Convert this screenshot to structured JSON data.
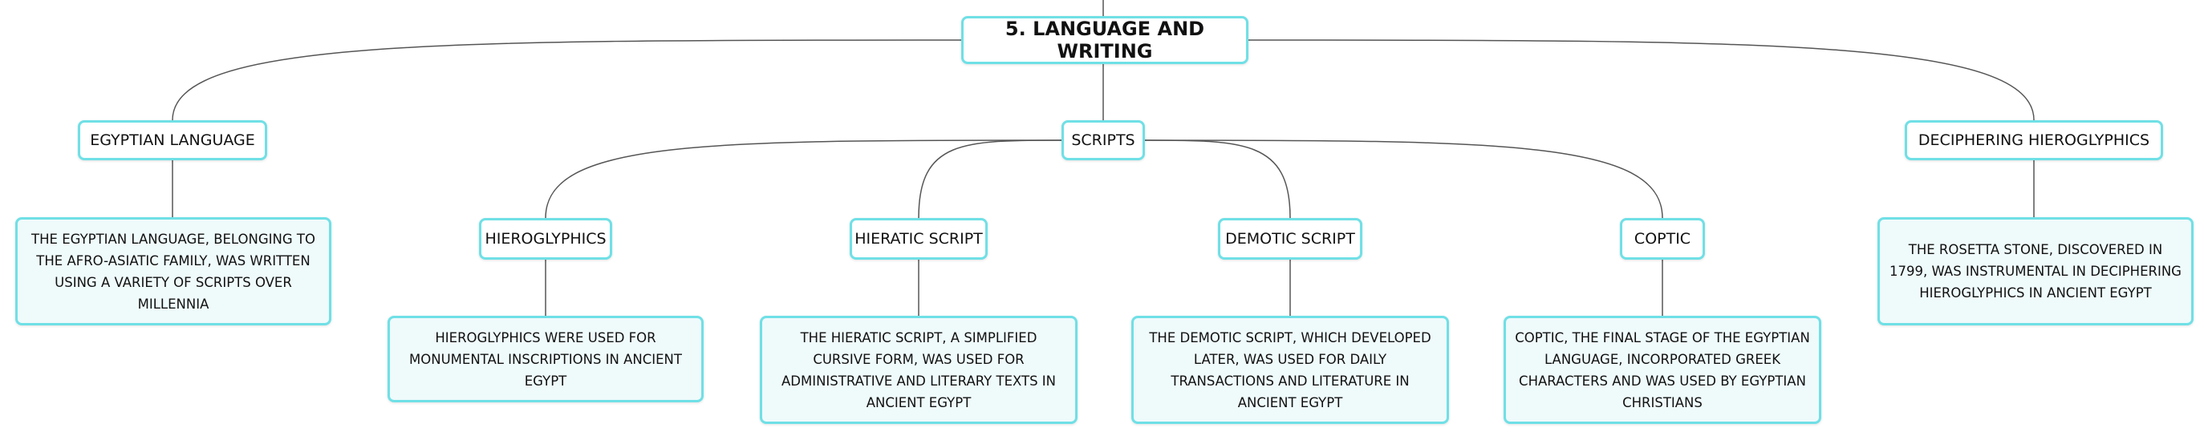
{
  "root": {
    "label": "5. LANGUAGE AND WRITING"
  },
  "branches": {
    "egyptian_language": {
      "label": "EGYPTIAN LANGUAGE",
      "detail": "THE EGYPTIAN LANGUAGE, BELONGING TO THE AFRO-ASIATIC FAMILY, WAS WRITTEN USING A VARIETY OF SCRIPTS OVER MILLENNIA"
    },
    "scripts": {
      "label": "SCRIPTS",
      "children": [
        {
          "label": "HIEROGLYPHICS",
          "detail": "HIEROGLYPHICS WERE USED FOR MONUMENTAL INSCRIPTIONS IN ANCIENT EGYPT"
        },
        {
          "label": "HIERATIC SCRIPT",
          "detail": "THE HIERATIC SCRIPT, A SIMPLIFIED CURSIVE FORM, WAS USED FOR ADMINISTRATIVE AND LITERARY TEXTS IN ANCIENT EGYPT"
        },
        {
          "label": "DEMOTIC SCRIPT",
          "detail": "THE DEMOTIC SCRIPT, WHICH DEVELOPED LATER, WAS USED FOR DAILY TRANSACTIONS AND LITERATURE IN ANCIENT EGYPT"
        },
        {
          "label": "COPTIC",
          "detail": "COPTIC, THE FINAL STAGE OF THE EGYPTIAN LANGUAGE, INCORPORATED GREEK CHARACTERS AND WAS USED BY EGYPTIAN CHRISTIANS"
        }
      ]
    },
    "deciphering": {
      "label": "DECIPHERING HIEROGLYPHICS",
      "detail": "THE ROSETTA STONE, DISCOVERED IN 1799, WAS INSTRUMENTAL IN DECIPHERING HIEROGLYPHICS IN ANCIENT EGYPT"
    }
  },
  "colors": {
    "border": "#6fe0e6",
    "leaf_fill": "#effafb",
    "connector": "#555555"
  }
}
